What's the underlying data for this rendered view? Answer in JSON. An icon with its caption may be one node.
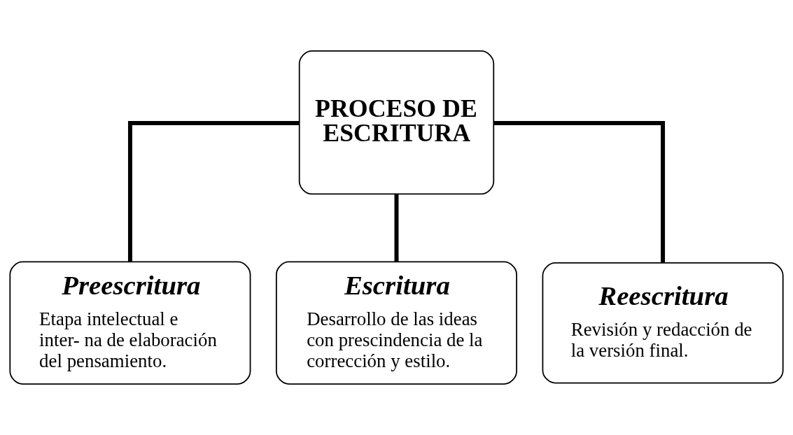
{
  "diagram": {
    "nodes": [
      {
        "text": [
          "PROCESO DE ESCRITURA"
        ]
      },
      {
        "text": [
          "Preescritura",
          "Etapa intelectual e inter- na de elaboración del pensamiento."
        ]
      },
      {
        "text": [
          "Escritura",
          "Desarrollo de las ideas con prescindencia de la corrección y estilo."
        ]
      },
      {
        "text": [
          "Reescritura",
          "Revisión y redacción de la versión final."
        ]
      }
    ],
    "edges": [
      {
        "from": 0,
        "to": 1,
        "arrow": "none"
      },
      {
        "from": 0,
        "to": 2,
        "arrow": "none"
      },
      {
        "from": 0,
        "to": 3,
        "arrow": "none"
      }
    ]
  }
}
